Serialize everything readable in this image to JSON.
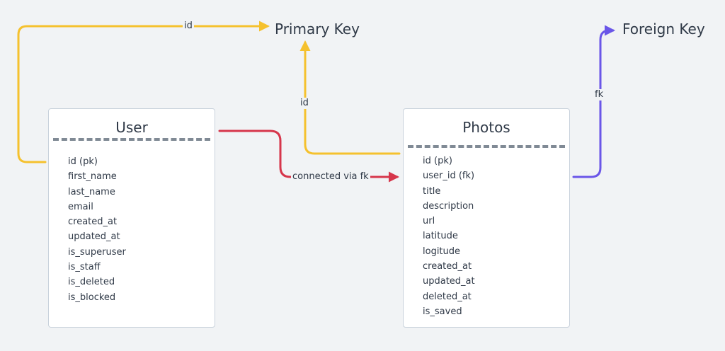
{
  "legend": {
    "primary_key": "Primary Key",
    "foreign_key": "Foreign Key"
  },
  "tables": {
    "user": {
      "title": "User",
      "fields": [
        "id (pk)",
        "first_name",
        "last_name",
        "email",
        "created_at",
        "updated_at",
        "is_superuser",
        "is_staff",
        "is_deleted",
        "is_blocked"
      ]
    },
    "photos": {
      "title": "Photos",
      "fields": [
        "id (pk)",
        "user_id (fk)",
        "title",
        "description",
        "url",
        "latitude",
        "logitude",
        "created_at",
        "updated_at",
        "deleted_at",
        "is_saved"
      ]
    }
  },
  "connectors": {
    "user_id": "id",
    "photos_id": "id",
    "relation": "connected via fk",
    "fk": "fk"
  },
  "colors": {
    "primary_key_arrow": "#f5c12e",
    "foreign_key_arrow": "#6a56e8",
    "relation_arrow": "#d6364b",
    "divider": "#808a95",
    "background": "#f1f3f5"
  }
}
